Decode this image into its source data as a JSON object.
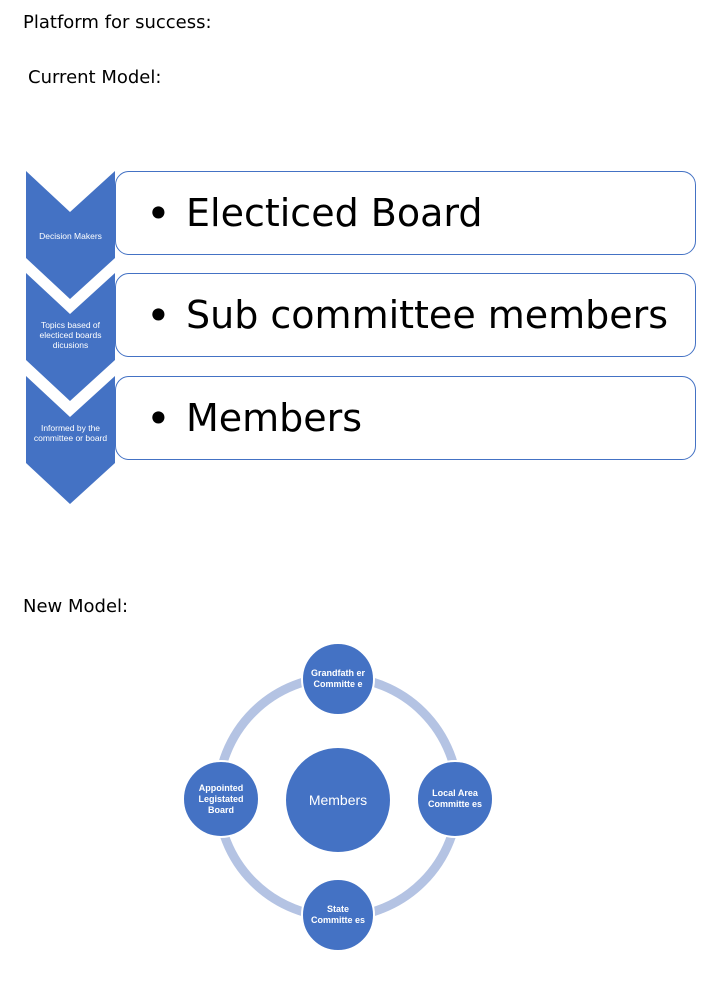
{
  "heading": "Platform for success:",
  "current_model": {
    "label": "Current Model:",
    "rows": [
      {
        "chevron": "Decision Makers",
        "item": "Electiced Board"
      },
      {
        "chevron": "Topics based of electiced boards dicusions",
        "item": "Sub committee members"
      },
      {
        "chevron": "Informed by the committee or board",
        "item": "Members"
      }
    ],
    "bullet": "•"
  },
  "new_model": {
    "label": "New Model:",
    "center": "Members",
    "nodes": {
      "top": "Grandfath er Committe e",
      "right": "Local Area Committe es",
      "bottom": "State Committe es",
      "left": "Appointed Legistated Board"
    }
  },
  "colors": {
    "accent": "#4472c4",
    "ring": "#b4c3e3"
  }
}
